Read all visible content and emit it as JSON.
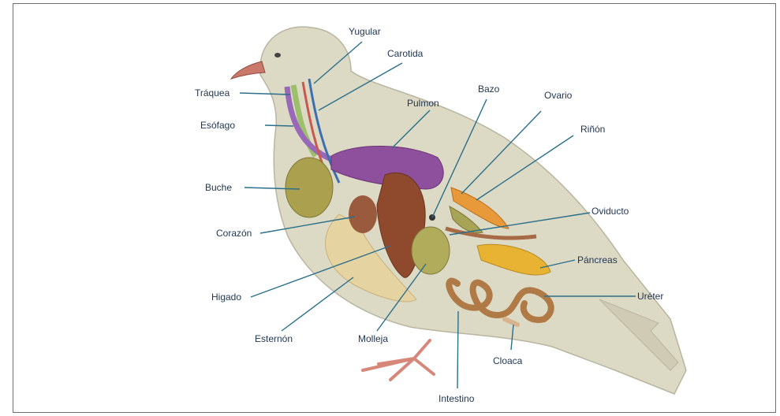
{
  "labels": {
    "yugular": "Yugular",
    "carotida": "Carotida",
    "traquea": "Tráquea",
    "esofago": "Esófago",
    "pulmon": "Pulmon",
    "bazo": "Bazo",
    "ovario": "Ovario",
    "rinon": "Riñón",
    "buche": "Buche",
    "corazon": "Corazón",
    "oviducto": "Oviducto",
    "pancreas": "Páncreas",
    "ureter": "Uréter",
    "higado": "Higado",
    "esternon": "Esternón",
    "molleja": "Molleja",
    "cloaca": "Cloaca",
    "intestino": "Intestino"
  },
  "colors": {
    "body": "#dcd9c4",
    "body_outline": "#b9b5a0",
    "lung": "#8e4f9c",
    "heart": "#9a5a3e",
    "liver": "#8f4a2e",
    "crop": "#aaa04e",
    "gizzard": "#b1ab5c",
    "keel": "#e6d3a2",
    "pancreas": "#e8b232",
    "ovary": "#e89a3a",
    "intestine": "#b07a46",
    "leader": "#2b6f8a",
    "text": "#1f3550"
  }
}
